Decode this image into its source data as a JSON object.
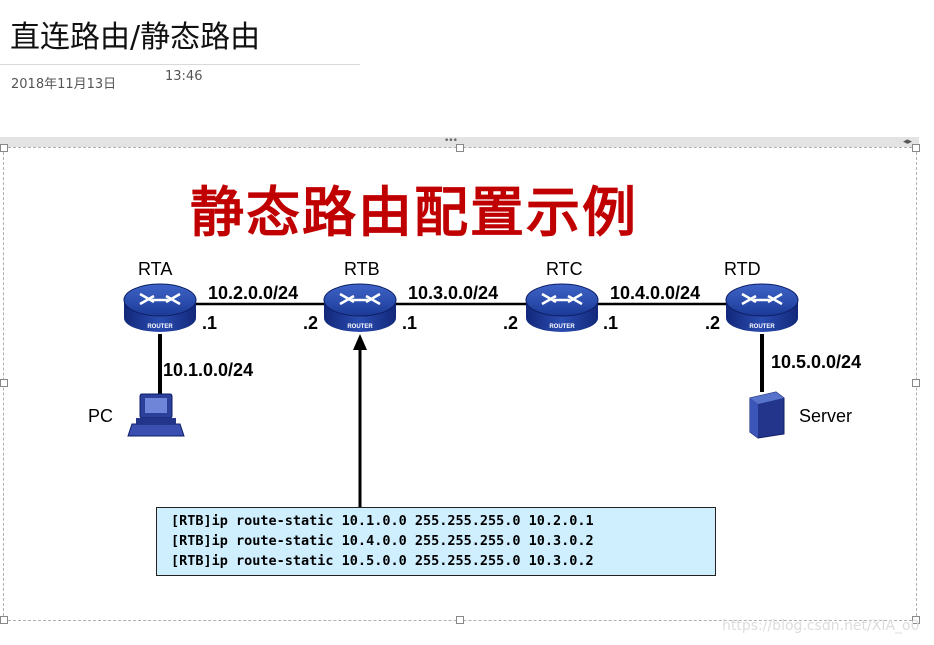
{
  "note": {
    "title": "直连路由/静态路由",
    "date": "2018年11月13日",
    "time": "13:46"
  },
  "slide": {
    "title": "静态路由配置示例",
    "routers": [
      {
        "name": "RTA",
        "badge": "ROUTER"
      },
      {
        "name": "RTB",
        "badge": "ROUTER"
      },
      {
        "name": "RTC",
        "badge": "ROUTER"
      },
      {
        "name": "RTD",
        "badge": "ROUTER"
      }
    ],
    "networks": [
      "10.2.0.0/24",
      "10.3.0.0/24",
      "10.4.0.0/24",
      "10.1.0.0/24",
      "10.5.0.0/24"
    ],
    "interfaces": [
      ".1",
      ".2",
      ".1",
      ".2",
      ".1",
      ".2"
    ],
    "hosts": {
      "pc": "PC",
      "server": "Server"
    },
    "commands": [
      "[RTB]ip route-static 10.1.0.0 255.255.255.0 10.2.0.1",
      "[RTB]ip route-static 10.4.0.0 255.255.255.0 10.3.0.2",
      "[RTB]ip route-static 10.5.0.0 255.255.255.0 10.3.0.2"
    ]
  },
  "watermark": "https://blog.csdn.net/XIA_o0"
}
